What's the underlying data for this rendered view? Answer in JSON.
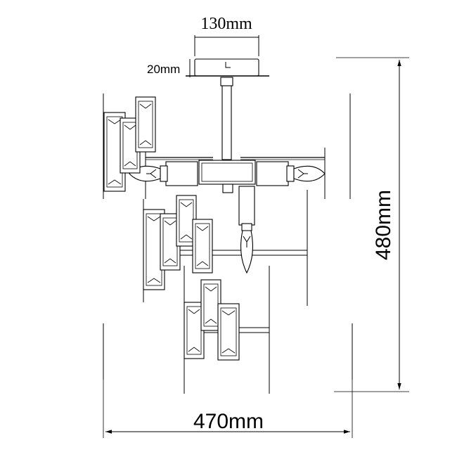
{
  "dimensions": {
    "canopy_width": "130mm",
    "canopy_height": "20mm",
    "overall_height": "480mm",
    "overall_width": "470mm"
  },
  "colors": {
    "line": "#000000",
    "background": "#ffffff"
  }
}
